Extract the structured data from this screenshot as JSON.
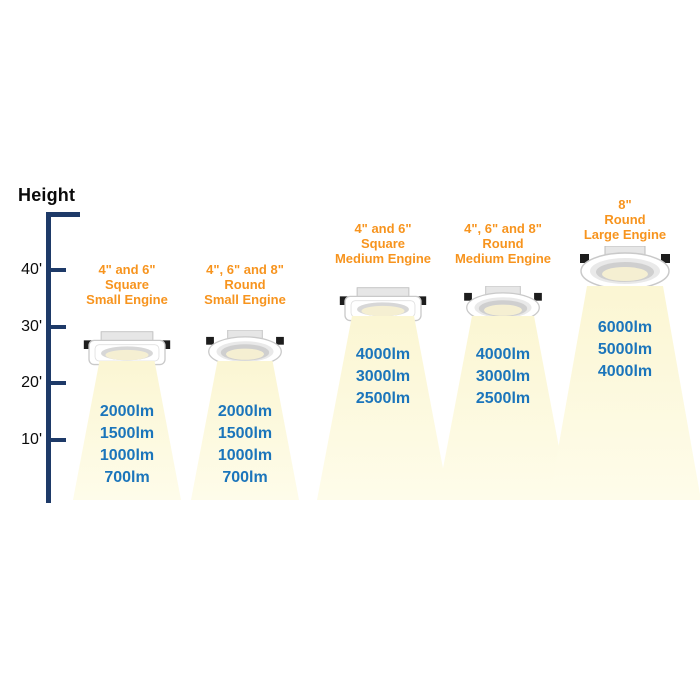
{
  "axis": {
    "title": "Height",
    "tick_labels": [
      "40'",
      "30'",
      "20'",
      "10'"
    ]
  },
  "columns": [
    {
      "name": "square-small-engine",
      "label_lines": [
        "4\" and 6\"",
        "Square",
        "Small Engine"
      ],
      "fixture_shape": "square",
      "lumens": [
        "2000lm",
        "1500lm",
        "1000lm",
        "700lm"
      ]
    },
    {
      "name": "round-small-engine",
      "label_lines": [
        "4\", 6\" and 8\"",
        "Round",
        "Small Engine"
      ],
      "fixture_shape": "round",
      "lumens": [
        "2000lm",
        "1500lm",
        "1000lm",
        "700lm"
      ]
    },
    {
      "name": "square-medium-engine",
      "label_lines": [
        "4\" and 6\"",
        "Square",
        "Medium Engine"
      ],
      "fixture_shape": "square",
      "lumens": [
        "4000lm",
        "3000lm",
        "2500lm"
      ]
    },
    {
      "name": "round-medium-engine",
      "label_lines": [
        "4\", 6\" and 8\"",
        "Round",
        "Medium Engine"
      ],
      "fixture_shape": "round",
      "lumens": [
        "4000lm",
        "3000lm",
        "2500lm"
      ]
    },
    {
      "name": "round-large-engine",
      "label_lines": [
        "8\"",
        "Round",
        "Large Engine"
      ],
      "fixture_shape": "round",
      "lumens": [
        "6000lm",
        "5000lm",
        "4000lm"
      ]
    }
  ],
  "colors": {
    "label-orange": "#F7941E",
    "lumen-blue": "#1B75BB",
    "axis-navy": "#1E3A68",
    "beam-yellow": "#FBF6D3",
    "beam-yellow-light": "#FEFCEA"
  }
}
